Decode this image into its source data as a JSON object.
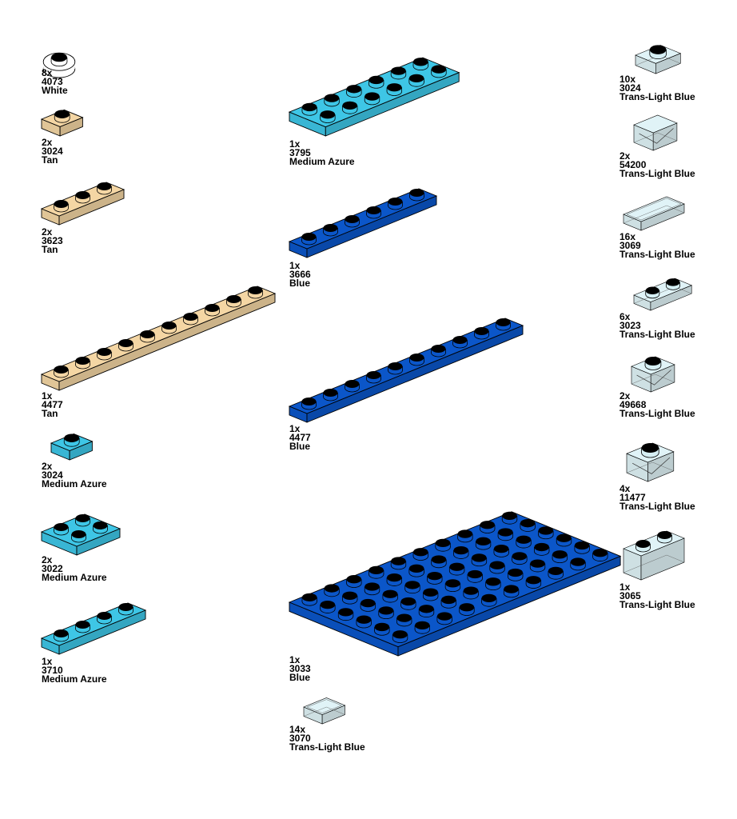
{
  "colors": {
    "White": "#ffffff",
    "Tan": "#f4d6a4",
    "Medium Azure": "#3ec6e6",
    "Blue": "#0b56c9",
    "Trans-Light Blue": "#d6eff4"
  },
  "parts": [
    {
      "qty": "8x",
      "id": "4073",
      "color": "White"
    },
    {
      "qty": "2x",
      "id": "3024",
      "color": "Tan"
    },
    {
      "qty": "2x",
      "id": "3623",
      "color": "Tan"
    },
    {
      "qty": "1x",
      "id": "4477",
      "color": "Tan"
    },
    {
      "qty": "2x",
      "id": "3024",
      "color": "Medium Azure"
    },
    {
      "qty": "2x",
      "id": "3022",
      "color": "Medium Azure"
    },
    {
      "qty": "1x",
      "id": "3710",
      "color": "Medium Azure"
    },
    {
      "qty": "1x",
      "id": "3795",
      "color": "Medium Azure"
    },
    {
      "qty": "1x",
      "id": "3666",
      "color": "Blue"
    },
    {
      "qty": "1x",
      "id": "4477",
      "color": "Blue"
    },
    {
      "qty": "1x",
      "id": "3033",
      "color": "Blue"
    },
    {
      "qty": "14x",
      "id": "3070",
      "color": "Trans-Light Blue"
    },
    {
      "qty": "10x",
      "id": "3024",
      "color": "Trans-Light Blue"
    },
    {
      "qty": "2x",
      "id": "54200",
      "color": "Trans-Light Blue"
    },
    {
      "qty": "16x",
      "id": "3069",
      "color": "Trans-Light Blue"
    },
    {
      "qty": "6x",
      "id": "3023",
      "color": "Trans-Light Blue"
    },
    {
      "qty": "2x",
      "id": "49668",
      "color": "Trans-Light Blue"
    },
    {
      "qty": "4x",
      "id": "11477",
      "color": "Trans-Light Blue"
    },
    {
      "qty": "1x",
      "id": "3065",
      "color": "Trans-Light Blue"
    }
  ]
}
